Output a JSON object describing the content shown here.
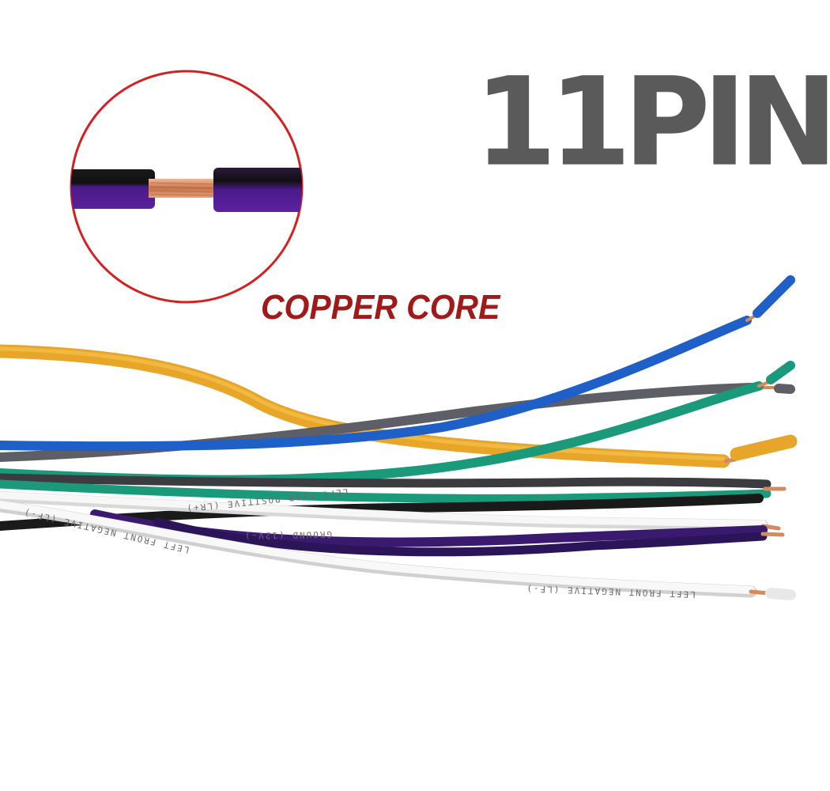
{
  "headline": "11PIN",
  "caption": "COPPER CORE",
  "wire_prints": {
    "green": "LEFT REAR POSITIVE (LR+)",
    "white_upper": "LEFT FRONT NEGATIVE (LF-)",
    "white_lower": "LEFT FRONT NEGATIVE (LF-)",
    "black": "GROUND (12V-)"
  },
  "colors": {
    "headline": "#5a5a5a",
    "caption": "#a01a1a",
    "circle_ring": "#d42020",
    "wire_yellow": "#f0b12c",
    "wire_blue": "#1f5fc8",
    "wire_gray": "#5e5e66",
    "wire_green": "#1a9a7a",
    "wire_black": "#1a1a1a",
    "wire_white": "#f4f4f4",
    "wire_purple": "#3a1a6e",
    "copper": "#d48a5c"
  }
}
